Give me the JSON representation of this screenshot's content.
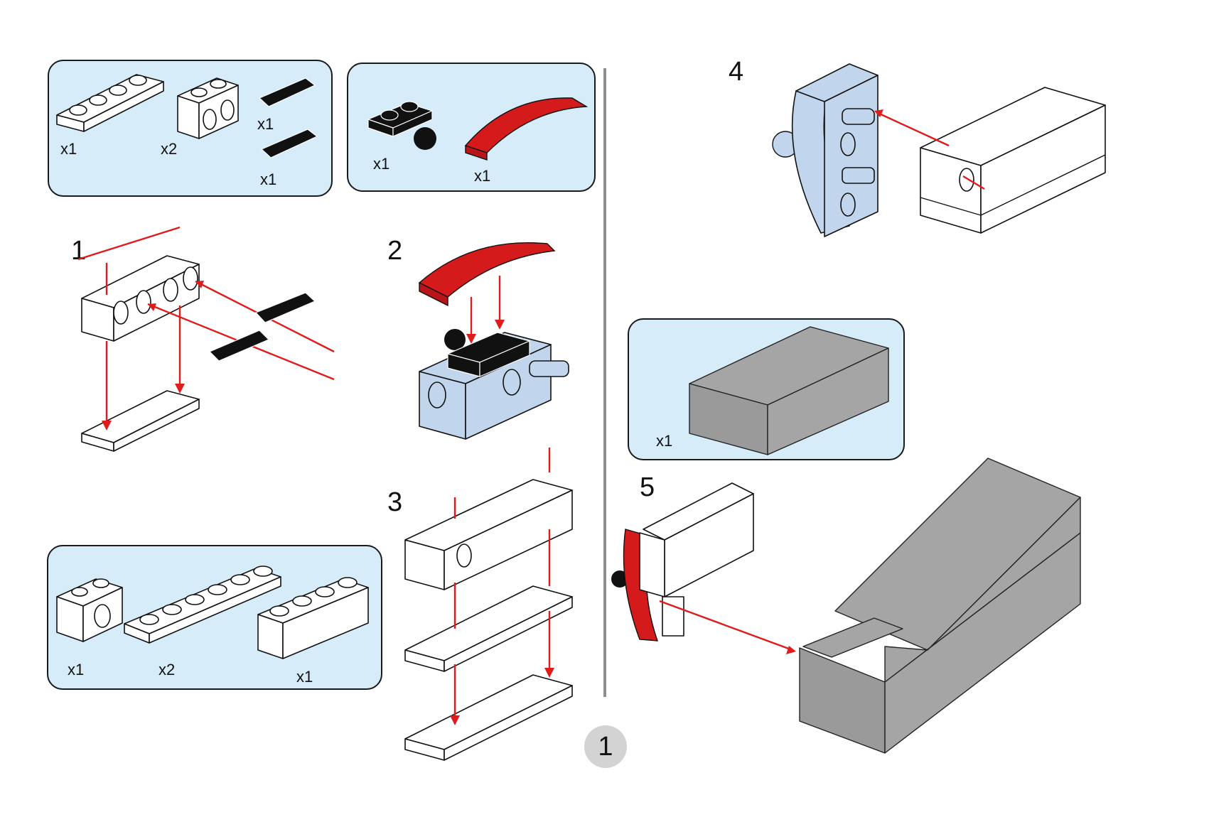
{
  "document": {
    "type": "building-instructions",
    "page_number": "1"
  },
  "colors": {
    "parts_box_bg": "#d6ecf9",
    "arrow": "#e01b1b",
    "red_part": "#d51a1c",
    "light_blue_part": "#c1d6ec",
    "motor_gray": "#a5a5a5",
    "divider": "#8e8e8e",
    "page_badge": "#d3d3d3"
  },
  "parts_boxes": [
    {
      "id": "parts-step1",
      "items": [
        {
          "part": "white 1x4 plate",
          "qty": "x1"
        },
        {
          "part": "white 1x2 technic brick with 2 holes",
          "qty": "x2"
        },
        {
          "part": "black axle pin",
          "qty": "x1"
        },
        {
          "part": "black friction pin",
          "qty": "x1"
        }
      ]
    },
    {
      "id": "parts-step2",
      "items": [
        {
          "part": "black 1x2 plate with ball",
          "qty": "x1"
        },
        {
          "part": "red curved slope arch 1x4",
          "qty": "x1"
        }
      ]
    },
    {
      "id": "parts-step3",
      "items": [
        {
          "part": "white 1x2 technic brick with hole",
          "qty": "x1"
        },
        {
          "part": "white 1x6 plate",
          "qty": "x2"
        },
        {
          "part": "white 1x4 brick",
          "qty": "x1"
        }
      ]
    },
    {
      "id": "parts-step5",
      "items": [
        {
          "part": "gray motor / hub unit",
          "qty": "x1"
        }
      ]
    }
  ],
  "steps": [
    {
      "number": "1",
      "description": "Attach two 1x2 technic bricks onto 1x4 plate; insert axle pin and friction pin into holes"
    },
    {
      "number": "2",
      "description": "Place red curved slope onto black plate with ball on light-blue assembly"
    },
    {
      "number": "3",
      "description": "Stack 1x2 technic brick and 1x4 brick onto two 1x6 plates"
    },
    {
      "number": "4",
      "description": "Attach light-blue assembly pin into the technic brick hole"
    },
    {
      "number": "5",
      "description": "Connect the assembly to the gray motor unit"
    }
  ]
}
